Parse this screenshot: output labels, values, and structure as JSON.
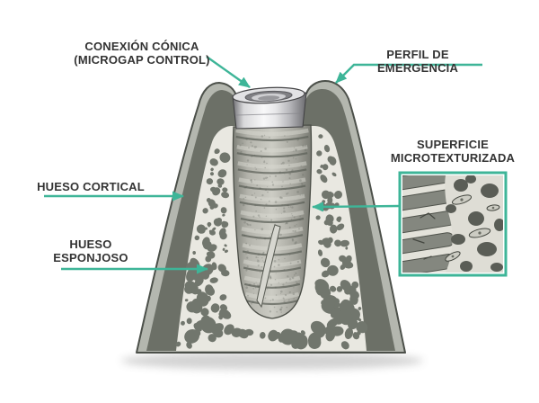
{
  "diagram": {
    "type": "dental-implant-cross-section",
    "labels": {
      "conexion_conica": {
        "line1": "CONEXIÓN CÓNICA",
        "line2": "(MICROGAP CONTROL)"
      },
      "perfil_emergencia": {
        "line1": "PERFIL DE EMERGENCIA"
      },
      "hueso_cortical": {
        "line1": "HUESO CORTICAL"
      },
      "hueso_esponjoso": {
        "line1": "HUESO",
        "line2": "ESPONJOSO"
      },
      "superficie_microtexturizada": {
        "line1": "SUPERFICIE",
        "line2": "MICROTEXTURIZADA"
      }
    },
    "colors": {
      "accent_teal": "#3eb598",
      "label_text": "#343434",
      "cortical_dark": "#6c7067",
      "outer_surface": "#b4b7af",
      "spongy_light": "#e9e8e1",
      "hole_gray": "#71766d",
      "background": "#ffffff"
    }
  }
}
